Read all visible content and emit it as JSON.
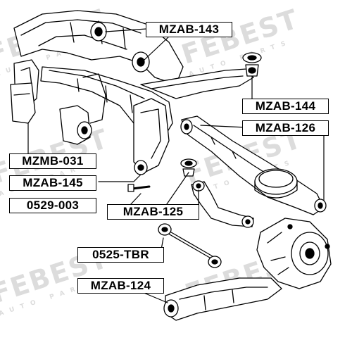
{
  "watermark": {
    "brand": "FEBEST",
    "tagline": "AUTO PARTS"
  },
  "labels": {
    "mzab_143": "MZAB-143",
    "mzab_144": "MZAB-144",
    "mzab_126": "MZAB-126",
    "mzmb_031": "MZMB-031",
    "mzab_145": "MZAB-145",
    "p0529_003": "0529-003",
    "mzab_125": "MZAB-125",
    "p0525_tbr": "0525-TBR",
    "mzab_124": "MZAB-124"
  },
  "colors": {
    "ink": "#000000",
    "watermark": "#dcdcdc",
    "background": "#ffffff"
  }
}
